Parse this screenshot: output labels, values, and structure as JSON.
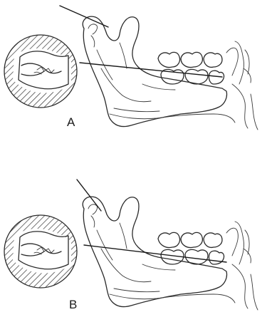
{
  "panels": [
    {
      "id": "A",
      "label": "A"
    },
    {
      "id": "B",
      "label": "B"
    }
  ]
}
